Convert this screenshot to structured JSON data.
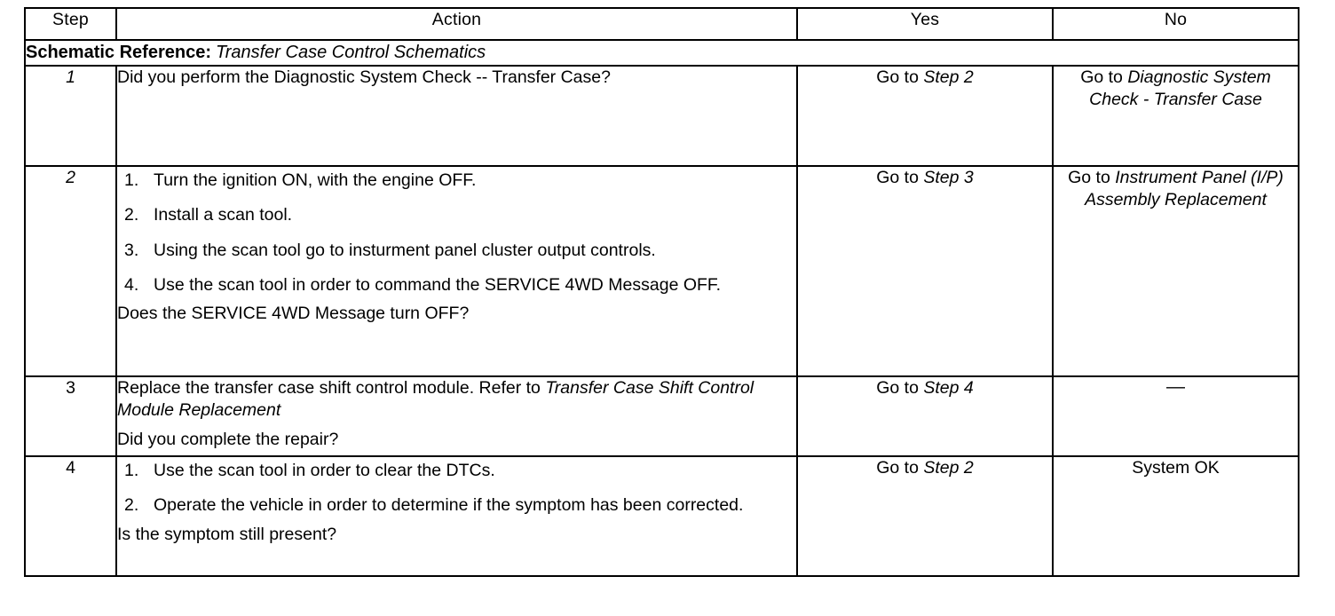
{
  "table": {
    "headers": {
      "step": "Step",
      "action": "Action",
      "yes": "Yes",
      "no": "No"
    },
    "schematic_reference": {
      "label": "Schematic Reference:",
      "value": "Transfer Case Control Schematics"
    },
    "rows": [
      {
        "step": "1",
        "action_text": "Did you perform the Diagnostic System Check -- Transfer Case?",
        "yes_prefix": "Go to ",
        "yes_ref": "Step 2",
        "no_prefix": "Go to ",
        "no_ref": "Diagnostic System Check - Transfer Case"
      },
      {
        "step": "2",
        "items": [
          {
            "num": "1.",
            "text": "Turn the ignition ON, with the engine OFF."
          },
          {
            "num": "2.",
            "text": "Install a scan tool."
          },
          {
            "num": "3.",
            "text": "Using the scan tool go to insturment panel cluster output controls."
          },
          {
            "num": "4.",
            "text": "Use the scan tool in order to command the SERVICE 4WD Message OFF."
          }
        ],
        "question": "Does the SERVICE 4WD Message turn OFF?",
        "yes_prefix": "Go to ",
        "yes_ref": "Step 3",
        "no_prefix": "Go to ",
        "no_ref": "Instrument Panel (I/P) Assembly Replacement"
      },
      {
        "step": "3",
        "action_lead": "Replace the transfer case shift control module. Refer to ",
        "action_ref": "Transfer Case Shift Control Module Replacement",
        "question": "Did you complete the repair?",
        "yes_prefix": "Go to ",
        "yes_ref": "Step 4",
        "no_text": "—"
      },
      {
        "step": "4",
        "items": [
          {
            "num": "1.",
            "text": "Use the scan tool in order to clear the DTCs."
          },
          {
            "num": "2.",
            "text": "Operate the vehicle in order to determine if the symptom has been corrected."
          }
        ],
        "question": "Is the symptom still present?",
        "yes_prefix": "Go to ",
        "yes_ref": "Step 2",
        "no_text": "System OK"
      }
    ]
  }
}
